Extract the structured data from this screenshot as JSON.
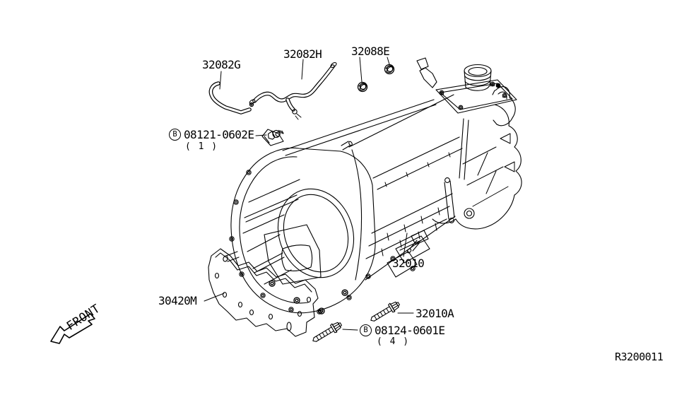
{
  "diagram": {
    "ref_code": "R3200011",
    "front_arrow_label": "FRONT",
    "callouts": {
      "hose_g": {
        "label": "32082G"
      },
      "hose_h": {
        "label": "32082H"
      },
      "grommet": {
        "label": "32088E"
      },
      "bolt_b1": {
        "prefix": "B",
        "code": "08121-0602E",
        "qty": "( 1 )"
      },
      "transmission": {
        "label": "32010"
      },
      "gasket": {
        "label": "30420M"
      },
      "bolt_a": {
        "label": "32010A"
      },
      "bolt_b2": {
        "prefix": "B",
        "code": "08124-0601E",
        "qty": "( 4 )"
      }
    }
  }
}
